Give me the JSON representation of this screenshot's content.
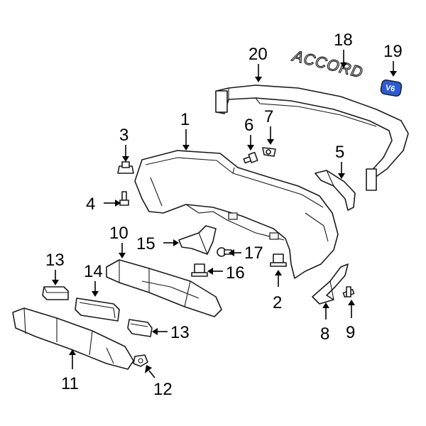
{
  "diagram": {
    "callouts": [
      {
        "id": "c1",
        "label": "1"
      },
      {
        "id": "c2",
        "label": "2"
      },
      {
        "id": "c3",
        "label": "3"
      },
      {
        "id": "c4",
        "label": "4"
      },
      {
        "id": "c5",
        "label": "5"
      },
      {
        "id": "c6",
        "label": "6"
      },
      {
        "id": "c7",
        "label": "7"
      },
      {
        "id": "c8",
        "label": "8"
      },
      {
        "id": "c9",
        "label": "9"
      },
      {
        "id": "c10",
        "label": "10"
      },
      {
        "id": "c11",
        "label": "11"
      },
      {
        "id": "c12",
        "label": "12"
      },
      {
        "id": "c13a",
        "label": "13"
      },
      {
        "id": "c13b",
        "label": "13"
      },
      {
        "id": "c14",
        "label": "14"
      },
      {
        "id": "c15",
        "label": "15"
      },
      {
        "id": "c16",
        "label": "16"
      },
      {
        "id": "c17",
        "label": "17"
      },
      {
        "id": "c18",
        "label": "18"
      },
      {
        "id": "c19",
        "label": "19"
      },
      {
        "id": "c20",
        "label": "20"
      }
    ],
    "emblem_text": "ACCORD",
    "badge_text": "V6",
    "badge_color": "#2a5cd6"
  }
}
